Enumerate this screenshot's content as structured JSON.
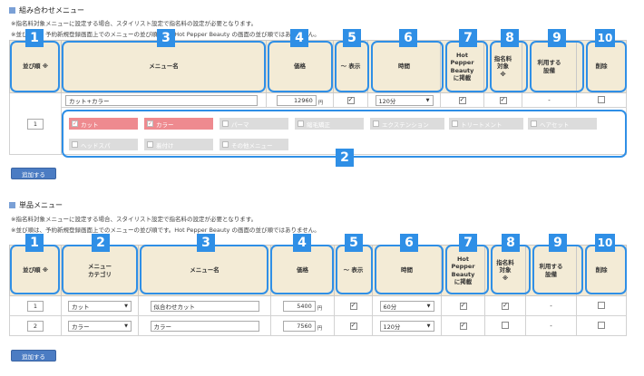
{
  "combo": {
    "title": "組み合わせメニュー",
    "note1": "※指名料対象メニューに設定する場合、スタイリスト設定で指名料の設定が必要となります。",
    "note2": "※並び順は、予約新規登録画面上でのメニューの並び順です。Hot Pepper Beauty の画面の並び順ではありません。",
    "headers": {
      "order": "並び順 ※",
      "menu_name": "メニュー名",
      "price": "価格",
      "display": "〜 表示",
      "time": "時間",
      "hpb_line1": "Hot",
      "hpb_line2": "Pepper",
      "hpb_line3": "Beauty",
      "hpb_line4": "に掲載",
      "nomination_line1": "指名料",
      "nomination_line2": "対象",
      "nomination_line3": "※",
      "equipment_line1": "利用する",
      "equipment_line2": "設備",
      "delete": "削除"
    },
    "row": {
      "order": "1",
      "menu_name": "カット+カラー",
      "price": "12960",
      "yen": "円",
      "time": "120分",
      "equipment": "-",
      "display_checked": true,
      "hpb_checked": true,
      "nomination_checked": true,
      "delete_checked": false
    },
    "categories": [
      {
        "label": "カット",
        "checked": true
      },
      {
        "label": "カラー",
        "checked": true
      },
      {
        "label": "パーマ",
        "checked": false
      },
      {
        "label": "縮毛矯正",
        "checked": false
      },
      {
        "label": "エクステンション",
        "checked": false
      },
      {
        "label": "トリートメント",
        "checked": false
      },
      {
        "label": "ヘアセット",
        "checked": false
      },
      {
        "label": "ヘッドスパ",
        "checked": false
      },
      {
        "label": "着付け",
        "checked": false
      },
      {
        "label": "その他メニュー",
        "checked": false
      }
    ],
    "add_button": "追加する"
  },
  "single": {
    "title": "単品メニュー",
    "note1": "※指名料対象メニューに設定する場合、スタイリスト設定で指名料の設定が必要となります。",
    "note2": "※並び順は、予約新規登録画面上でのメニューの並び順です。Hot Pepper Beauty の画面の並び順ではありません。",
    "headers": {
      "order": "並び順 ※",
      "category_line1": "メニュー",
      "category_line2": "カテゴリ",
      "menu_name": "メニュー名",
      "price": "価格",
      "display": "〜 表示",
      "time": "時間",
      "hpb_line1": "Hot",
      "hpb_line2": "Pepper",
      "hpb_line3": "Beauty",
      "hpb_line4": "に掲載",
      "nomination_line1": "指名料",
      "nomination_line2": "対象",
      "nomination_line3": "※",
      "equipment_line1": "利用する",
      "equipment_line2": "設備",
      "delete": "削除"
    },
    "rows": [
      {
        "order": "1",
        "category": "カット",
        "menu_name": "似合わせカット",
        "price": "5400",
        "yen": "円",
        "time": "60分",
        "equipment": "-",
        "display_checked": true,
        "hpb_checked": true,
        "nomination_checked": true,
        "delete_checked": false
      },
      {
        "order": "2",
        "category": "カラー",
        "menu_name": "カラー",
        "price": "7560",
        "yen": "円",
        "time": "120分",
        "equipment": "-",
        "display_checked": true,
        "hpb_checked": true,
        "nomination_checked": false,
        "delete_checked": false
      }
    ],
    "add_button": "追加する"
  },
  "badges": {
    "b1": "1",
    "b2": "2",
    "b3": "3",
    "b4": "4",
    "b5": "5",
    "b6": "6",
    "b7": "7",
    "b8": "8",
    "b9": "9",
    "b10": "10"
  },
  "colors": {
    "header_bg": "#f3ebd6",
    "badge_blue": "#2f8fe6",
    "tag_checked": "#ee8a8f",
    "tag_unchecked": "#dcdcdc",
    "button_blue": "#4b7cc3"
  }
}
